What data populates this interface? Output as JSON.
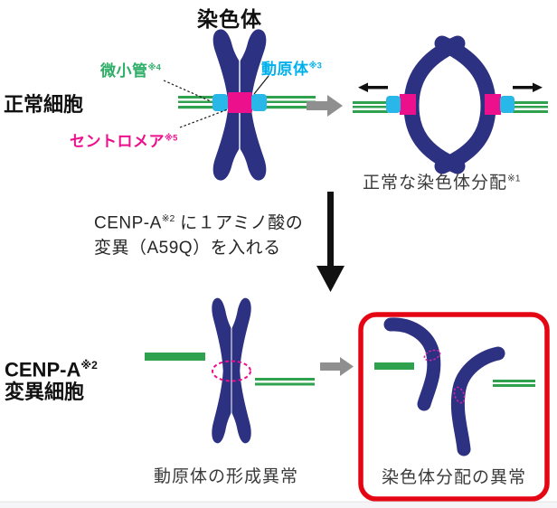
{
  "title": "染色体",
  "normal_row": {
    "label": "正常細胞",
    "microtubule_label": {
      "text": "微小管",
      "sup": "※4"
    },
    "kinetochore_label": {
      "text": "動原体",
      "sup": "※3"
    },
    "centromere_label": {
      "text": "セントロメア",
      "sup": "※5"
    },
    "result_caption": {
      "text": "正常な染色体分配",
      "sup": "※1"
    }
  },
  "mutation_step": {
    "line1_prefix": "CENP-A",
    "line1_sup": "※2",
    "line1_suffix": " に１アミノ酸の",
    "line2": "変異（A59Q）を入れる"
  },
  "mutant_row": {
    "label_line1": "CENP-A",
    "label_sup": "※2",
    "label_line2": "変異細胞",
    "kinetochore_caption": "動原体の形成異常",
    "segregation_caption": "染色体分配の異常"
  },
  "colors": {
    "chromosome_navy": "#2d3181",
    "microtubule_green": "#2fa14f",
    "kinetochore_cyan": "#29b6e8",
    "centromere_pink": "#ec108c",
    "highlight_red": "#e50613",
    "arrow_gray": "#8f8f8f"
  }
}
